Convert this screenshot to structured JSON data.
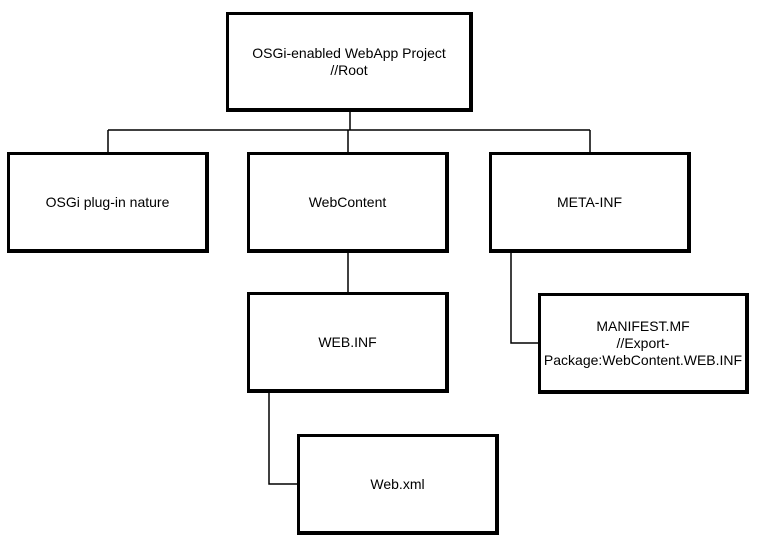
{
  "nodes": {
    "root": {
      "line1": "OSGi-enabled WebApp  Project",
      "line2": "//Root"
    },
    "osgi_nature": {
      "label": "OSGi plug-in nature"
    },
    "web_content": {
      "label": "WebContent"
    },
    "meta_inf": {
      "label": "META-INF"
    },
    "web_inf": {
      "label": "WEB.INF"
    },
    "manifest": {
      "line1": "MANIFEST.MF",
      "line2": "//Export-",
      "line3": "Package:WebContent.WEB.INF"
    },
    "web_xml": {
      "label": "Web.xml"
    }
  },
  "colors": {
    "stroke": "#000000",
    "background": "#ffffff",
    "text": "#000000"
  }
}
